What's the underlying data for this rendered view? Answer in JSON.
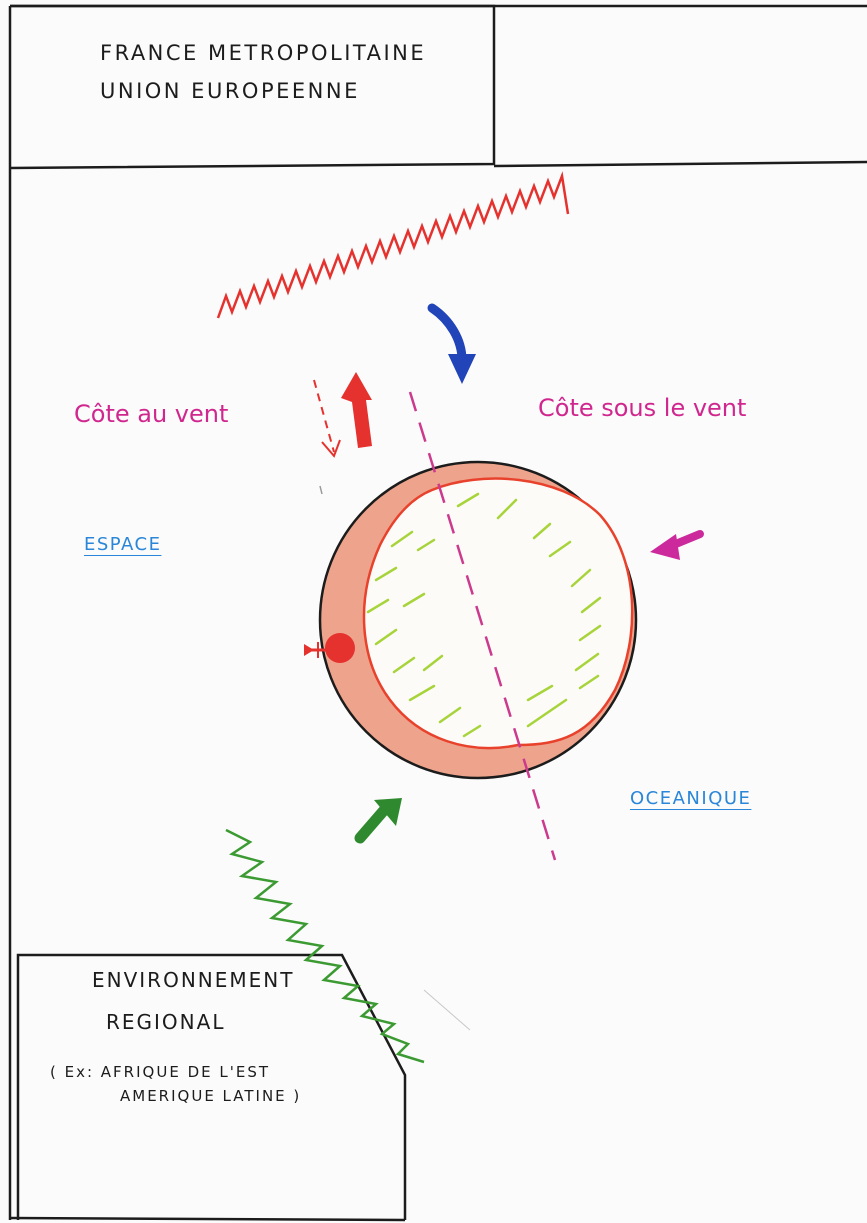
{
  "header_box": {
    "line1": "FRANCE METROPOLITAINE",
    "line2": "UNION EUROPEENNE"
  },
  "labels": {
    "windward": "Côte au vent",
    "leeward": "Côte sous le vent",
    "space": "ESPACE",
    "oceanic": "OCEANIQUE"
  },
  "regional_box": {
    "title_line1": "ENVIRONNEMENT",
    "title_line2": "REGIONAL",
    "example_line1": "( Ex: AFRIQUE DE L'EST",
    "example_line2": "AMERIQUE LATINE )"
  },
  "colors": {
    "ink": "#1c1c1c",
    "wind_label": "#d0278f",
    "space_label": "#2a86d8",
    "island_fill": "#eea48c",
    "island_border": "#e8412c",
    "vegetation": "#a7d43a",
    "red_zigzag": "#e5322e",
    "green_zigzag": "#3c9a32",
    "blue_arrow": "#2144b8",
    "red_arrow": "#e5322e",
    "green_arrow": "#2f8a2f",
    "magenta_arrow": "#cc2a9c",
    "divider_line": "#cc3a8e"
  },
  "icons": {
    "island": "island-circle",
    "incoming_arrow": "blue-arrow-icon",
    "outgoing_arrow": "red-arrow-icon",
    "east_arrow": "magenta-arrow-icon",
    "southwest_arrow": "green-arrow-icon",
    "settlement": "red-pin-icon"
  }
}
